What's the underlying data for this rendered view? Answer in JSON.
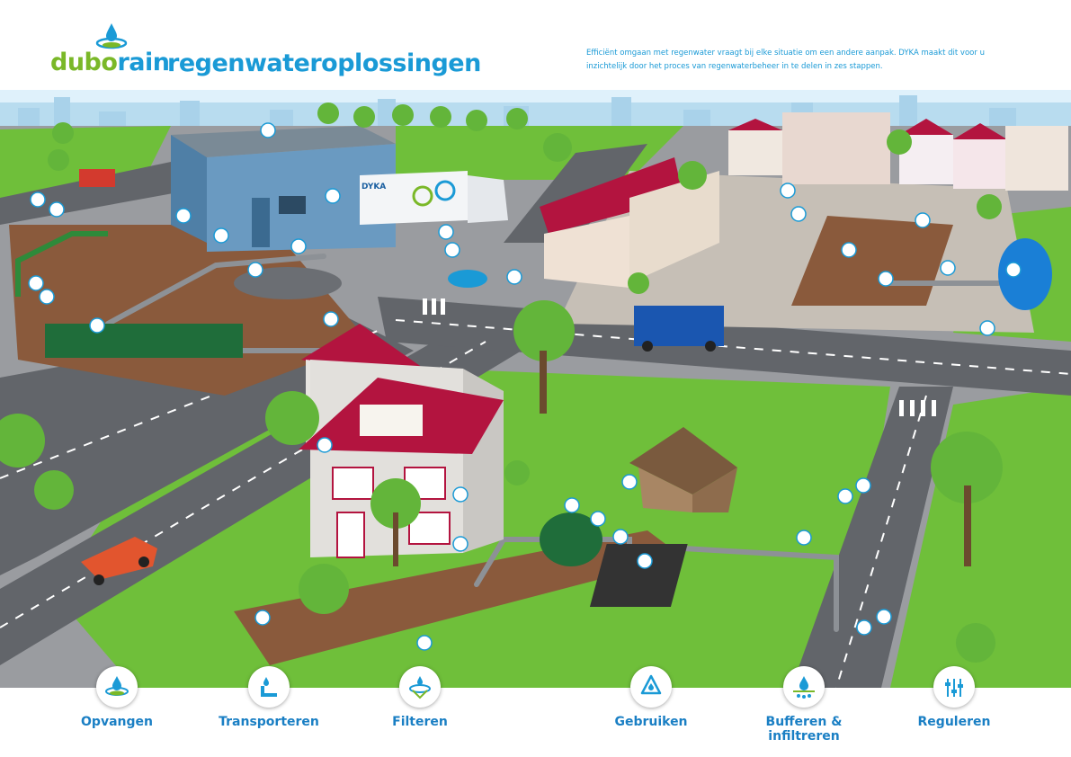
{
  "brand": {
    "part1": "dubo",
    "part2": "rain"
  },
  "title": "regenwateroplossingen",
  "intro": "Efficiënt omgaan met regenwater vraagt bij elke situatie om een andere aanpak. DYKA maakt dit voor u inzichtelijk door het proces van regenwaterbeheer in te delen in zes stappen.",
  "truck_logo": "DYKA",
  "colors": {
    "blue": "#1a9ad6",
    "green": "#7ab828",
    "grass": "#6fbf3a",
    "road": "#6b6e73",
    "roof": "#b3143f"
  },
  "steps": [
    {
      "label": "Opvangen",
      "icon": "collect-icon"
    },
    {
      "label": "Transporteren",
      "icon": "transport-icon"
    },
    {
      "label": "Filteren",
      "icon": "filter-icon"
    },
    {
      "label": "Gebruiken",
      "icon": "reuse-icon"
    },
    {
      "label": "Bufferen & infiltreren",
      "icon": "buffer-icon"
    },
    {
      "label": "Reguleren",
      "icon": "regulate-icon"
    }
  ]
}
